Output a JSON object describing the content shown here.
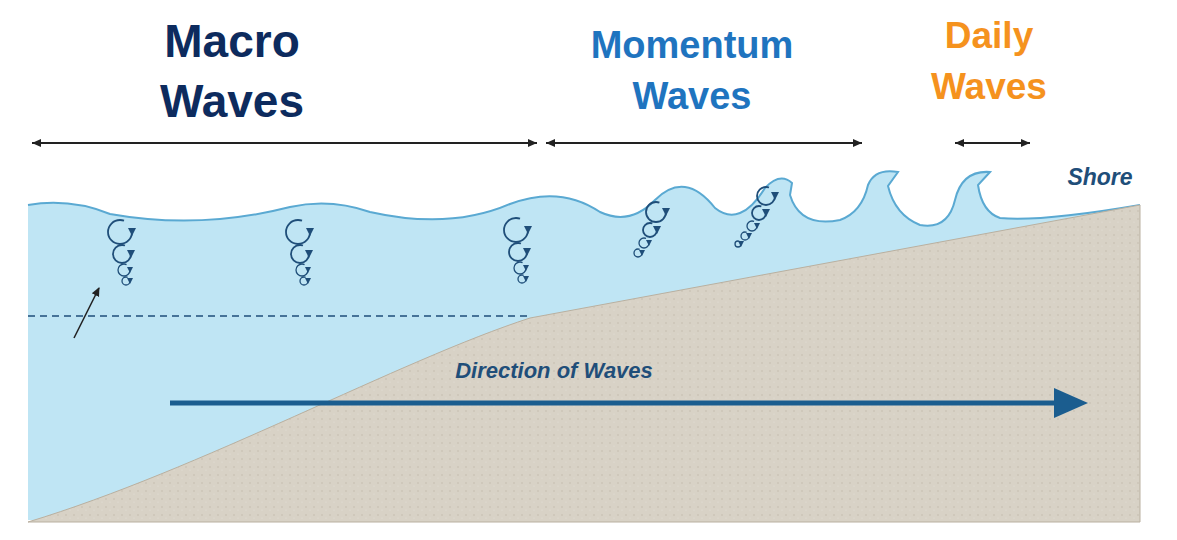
{
  "diagram": {
    "labels": [
      "Macro Waves",
      "Momentum Waves",
      "Daily Waves",
      "Shore",
      "Direction of Waves"
    ]
  }
}
